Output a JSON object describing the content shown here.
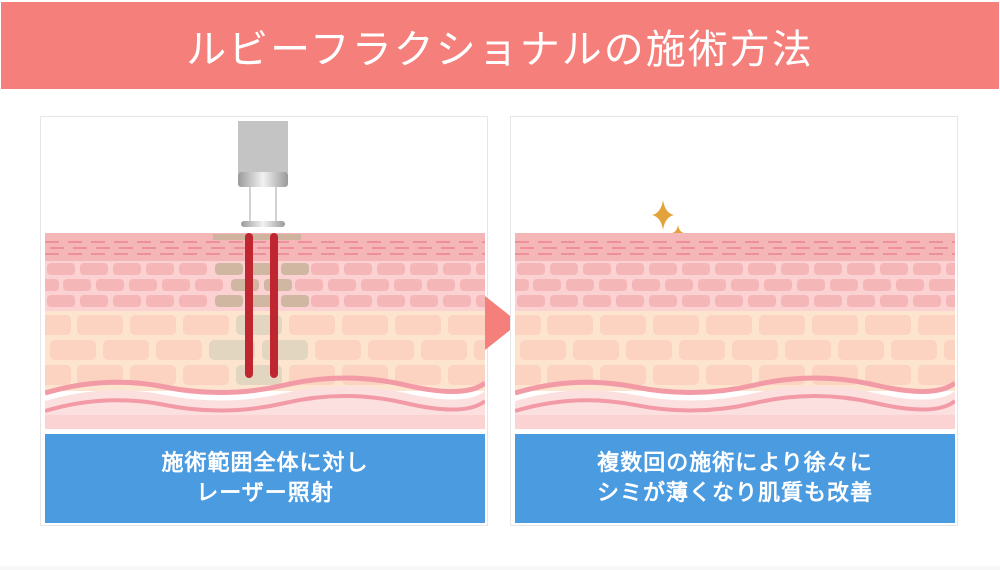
{
  "banner": {
    "title": "ルビーフラクショナルの施術方法",
    "background_color": "#f57f7b",
    "text_color": "#ffffff"
  },
  "panels": [
    {
      "id": "before",
      "illustration": "laser-device-irradiating-skin",
      "caption_lines": [
        "施術範囲全体に対し",
        "レーザー照射"
      ],
      "caption_color": "#4b9be0"
    },
    {
      "id": "after",
      "illustration": "clear-skin-with-sparkles",
      "caption_lines": [
        "複数回の施術により徐々に",
        "シミが薄くなり肌質も改善"
      ],
      "caption_color": "#4b9be0"
    }
  ],
  "arrow": {
    "icon": "arrow-right-icon",
    "color": "#f57f7b"
  },
  "colors": {
    "skin_surface": "#f5b6b8",
    "skin_cells": "#f7c3c3",
    "dermis": "#fde4cf",
    "dermis_cells": "#fbd3c0",
    "basal_layer": "#f29aa5",
    "stain": "#c9b39a",
    "laser": "#c0262f",
    "sparkle": "#e3a23a",
    "device": "#c4c4c4"
  }
}
